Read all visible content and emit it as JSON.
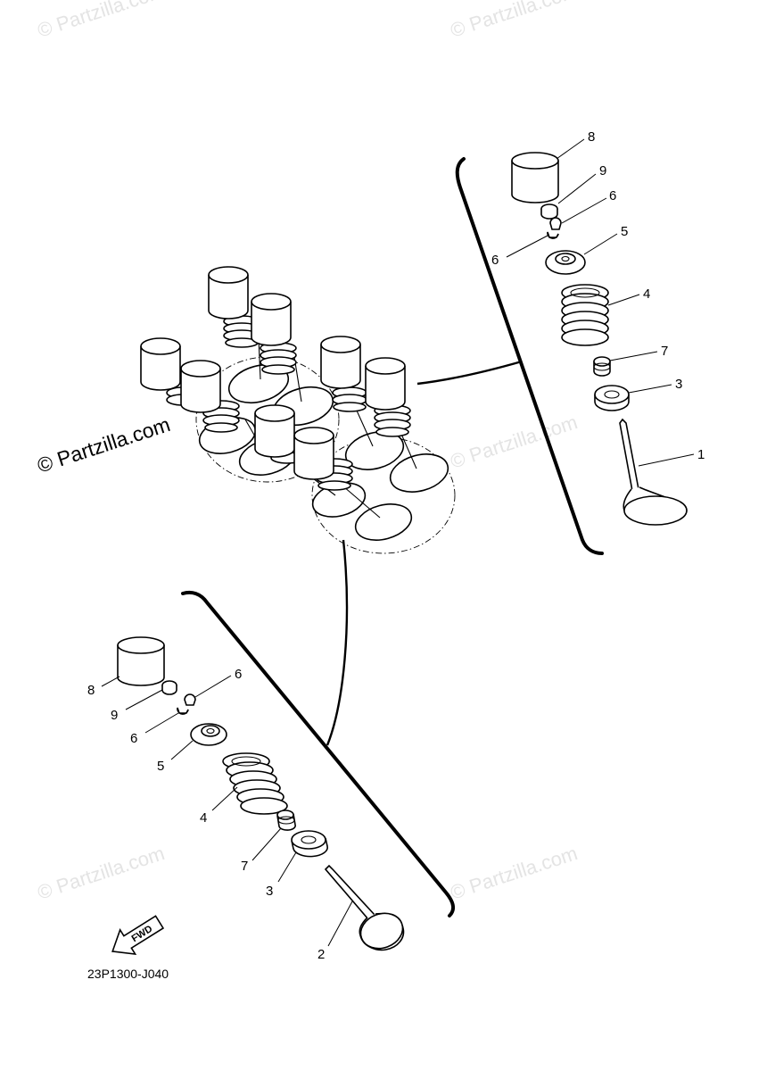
{
  "watermark": {
    "text": "© Partzilla.com"
  },
  "diagram_code": "23P1300-J040",
  "fwd_label": "FWD",
  "callouts": {
    "exhaust": {
      "tappet": "8",
      "shim": "9",
      "cotter_upper": "6",
      "cotter_lower": "6",
      "retainer": "5",
      "spring": "4",
      "stem_seal": "7",
      "spring_seat": "3",
      "valve": "1"
    },
    "intake": {
      "tappet": "8",
      "shim": "9",
      "cotter_upper": "6",
      "cotter_lower": "6",
      "retainer": "5",
      "spring": "4",
      "stem_seal": "7",
      "spring_seat": "3",
      "valve": "2"
    }
  },
  "colors": {
    "line": "#000000",
    "watermark": "#e4e4e4"
  }
}
